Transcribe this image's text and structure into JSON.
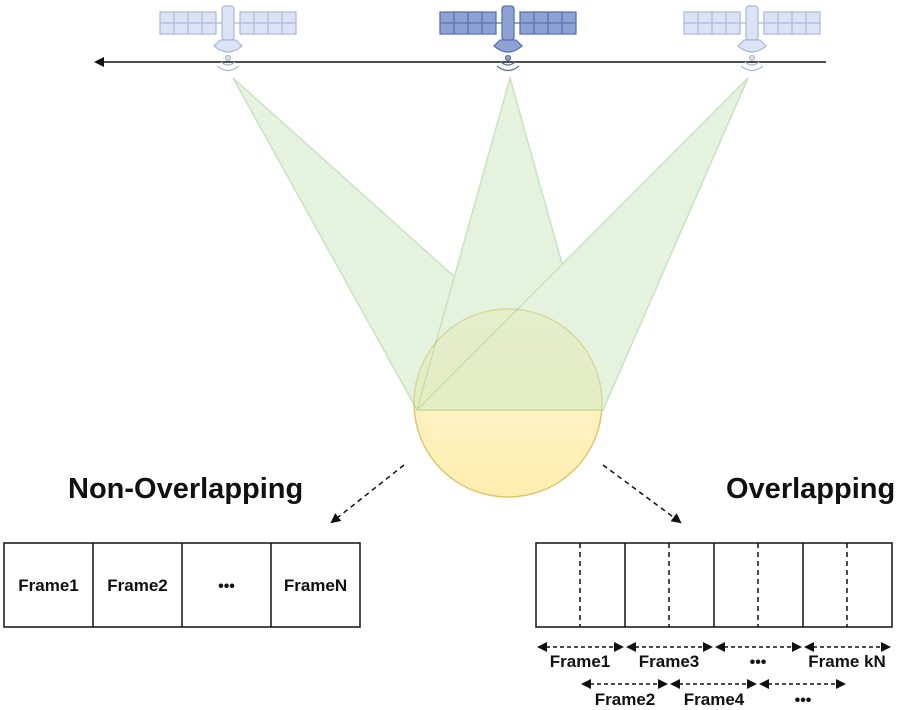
{
  "headings": {
    "non_overlapping": "Non-Overlapping",
    "overlapping": "Overlapping"
  },
  "non_overlapping_frames": [
    "Frame1",
    "Frame2",
    "•••",
    "FrameN"
  ],
  "overlapping_frames": {
    "row1": [
      "Frame1",
      "Frame3",
      "•••",
      "Frame kN"
    ],
    "row2": [
      "Frame2",
      "Frame4",
      "•••"
    ]
  },
  "satellites": [
    {
      "name": "satellite-left",
      "state": "faded"
    },
    {
      "name": "satellite-center",
      "state": "active"
    },
    {
      "name": "satellite-right",
      "state": "faded"
    }
  ],
  "colors": {
    "beam_fill": "#cfe8c4",
    "beam_stroke": "#9ccf8c",
    "circle_fill": "#fff0b3",
    "circle_stroke": "#e3c56a",
    "satellite_active": "#5a73b4",
    "satellite_faded": "#aab8dd",
    "ink": "#111111"
  }
}
